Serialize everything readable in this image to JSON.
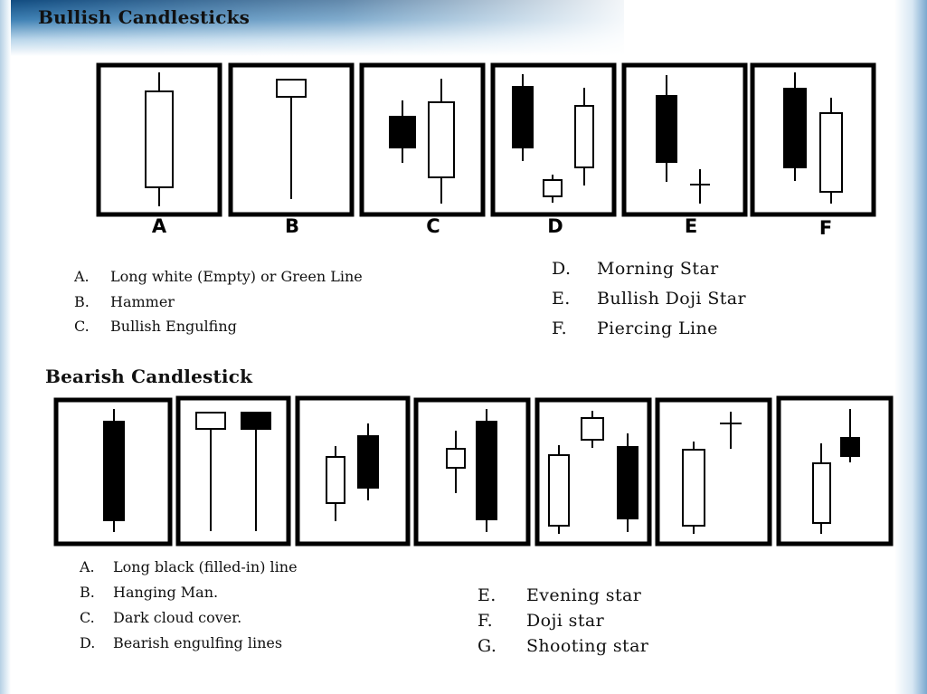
{
  "bullish": {
    "title": "Bullish Candlesticks",
    "panel_letters": [
      "A",
      "B",
      "C",
      "D",
      "E",
      "F"
    ],
    "legend_left": [
      {
        "key": "A.",
        "text": "Long white (Empty) or Green Line"
      },
      {
        "key": "B.",
        "text": "Hammer"
      },
      {
        "key": "C.",
        "text": "Bullish Engulfing"
      }
    ],
    "legend_right": [
      {
        "key": "D.",
        "text": "Morning Star"
      },
      {
        "key": "E.",
        "text": "Bullish Doji Star"
      },
      {
        "key": "F.",
        "text": "Piercing Line"
      }
    ]
  },
  "bearish": {
    "title": "Bearish Candlestick",
    "legend_left": [
      {
        "key": "A.",
        "text": "Long black (filled-in) line"
      },
      {
        "key": "B.",
        "text": "Hanging Man."
      },
      {
        "key": "C.",
        "text": "Dark cloud cover."
      },
      {
        "key": "D.",
        "text": "Bearish engulfing lines"
      }
    ],
    "legend_right": [
      {
        "key": "E.",
        "text": "Evening star"
      },
      {
        "key": "F.",
        "text": "Doji star"
      },
      {
        "key": "G.",
        "text": "Shooting star"
      }
    ]
  },
  "colors": {
    "frame": "#000000",
    "filled_candle": "#000000",
    "empty_candle": "#ffffff",
    "header_band": "#2f6ea3"
  }
}
